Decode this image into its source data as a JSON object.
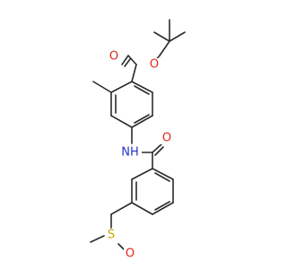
{
  "molecule": {
    "atom_labels": {
      "ester_o_carbonyl": "O",
      "ester_o_ether": "O",
      "amide_n": "NH",
      "amide_o": "O",
      "sulfur": "S",
      "sulfoxide_o": "O"
    },
    "colors": {
      "bond": "#2b2b2b",
      "oxygen": "#e0261c",
      "nitrogen": "#2233cc",
      "sulfur": "#c9a400"
    }
  }
}
